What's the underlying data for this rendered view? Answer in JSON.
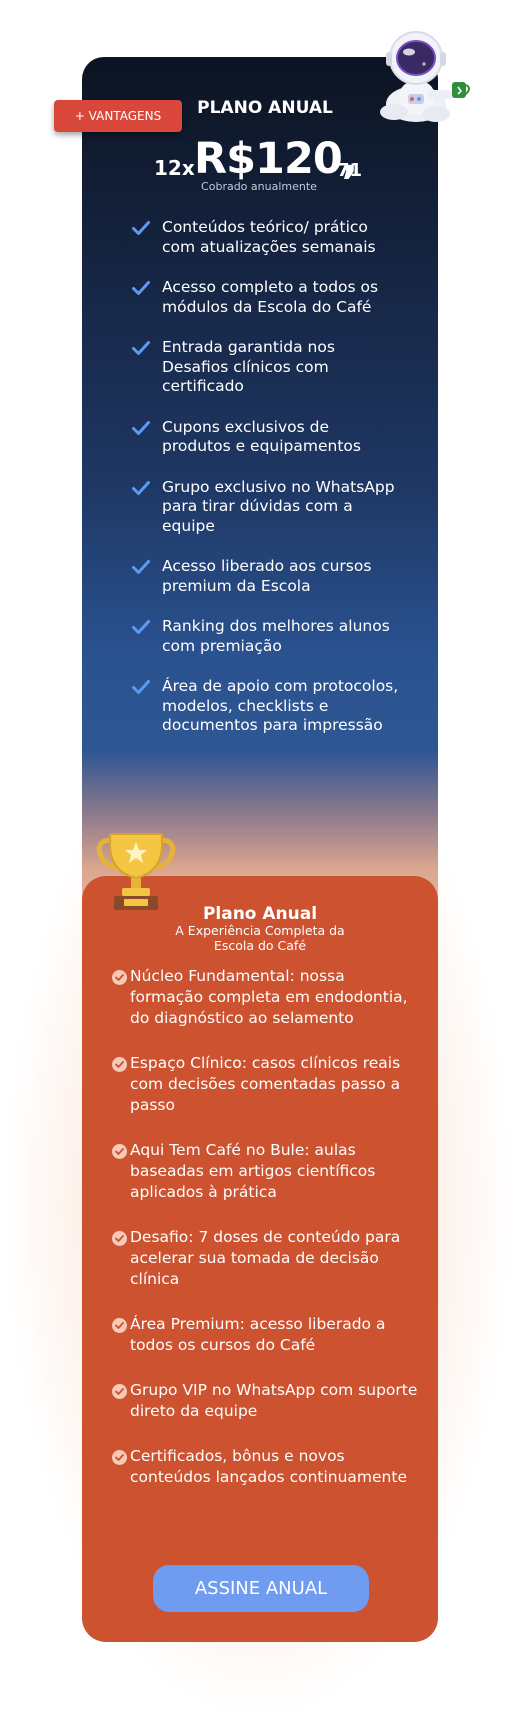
{
  "pricing_card": {
    "badge_label": "+ VANTAGENS",
    "title": "PLANO ANUAL",
    "installments": "12x",
    "price": "R$120,",
    "price_cents": "71",
    "billing_note": "Cobrado anualmente",
    "check_icon_color": "#5b9bf2",
    "features": [
      "Conteúdos teórico/ prático com atualizações semanais",
      "Acesso completo a todos os módulos da Escola do Café",
      "Entrada garantida nos Desafios clínicos com certificado",
      "Cupons exclusivos de produtos e equipamentos",
      "Grupo exclusivo no WhatsApp para tirar dúvidas com a equipe",
      "Acesso liberado aos cursos premium da Escola",
      "Ranking dos melhores alunos com premiação",
      "Área de apoio com protocolos, modelos, checklists e documentos para impressão"
    ]
  },
  "plan_card": {
    "title": "Plano Anual",
    "subtitle": "A Experiência Completa da Escola do Café",
    "background_color": "#cc5230",
    "benefits": [
      "Núcleo Fundamental: nossa formação completa em endodontia, do diagnóstico ao selamento",
      "Espaço Clínico: casos clínicos reais com decisões comentadas passo a passo",
      "Aqui Tem Café no Bule: aulas baseadas em artigos científicos aplicados à prática",
      "Desafio: 7 doses de conteúdo para acelerar sua tomada de decisão clínica",
      "Área Premium: acesso liberado a todos os cursos do Café",
      "Grupo VIP no WhatsApp com suporte direto da equipe",
      "Certificados, bônus e novos conteúdos lançados continuamente"
    ],
    "cta_label": "ASSINE ANUAL",
    "cta_color": "#6f9bf0"
  },
  "icons": {
    "mascot": "astronaut-icon",
    "award": "trophy-icon",
    "feature_check": "check-icon",
    "benefit_check": "check-circle-icon"
  }
}
